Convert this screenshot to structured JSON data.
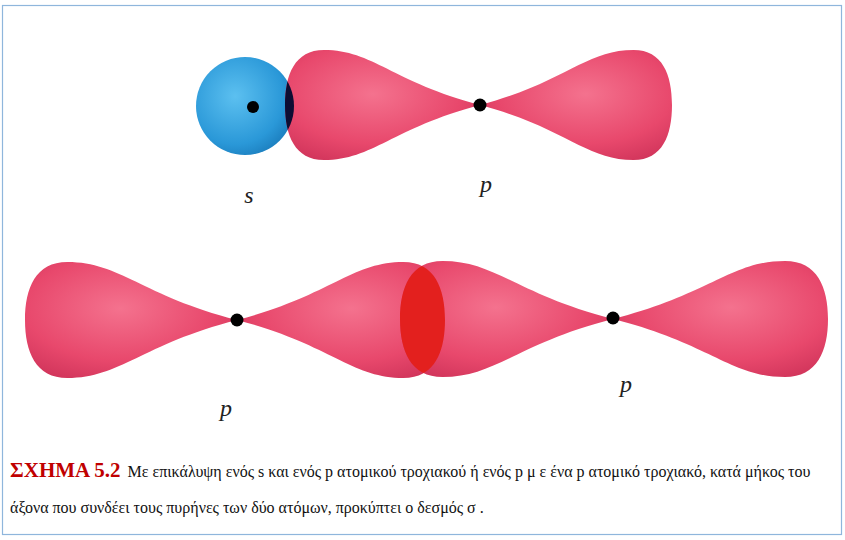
{
  "diagram": {
    "caption": "Με επικάλυψη ενός s και ενός p ατομικού τροχιακού ή ενός p μ ε ένα p ατομικό τροχιακό, κατά μήκος του άξονα που συνδέει τους πυρήνες των δύο ατόμων, προκύπτει ο δεσμός σ .",
    "labels": [
      "s",
      "p",
      "p",
      "p",
      "ΣΧΗΜΑ 5.2"
    ]
  }
}
